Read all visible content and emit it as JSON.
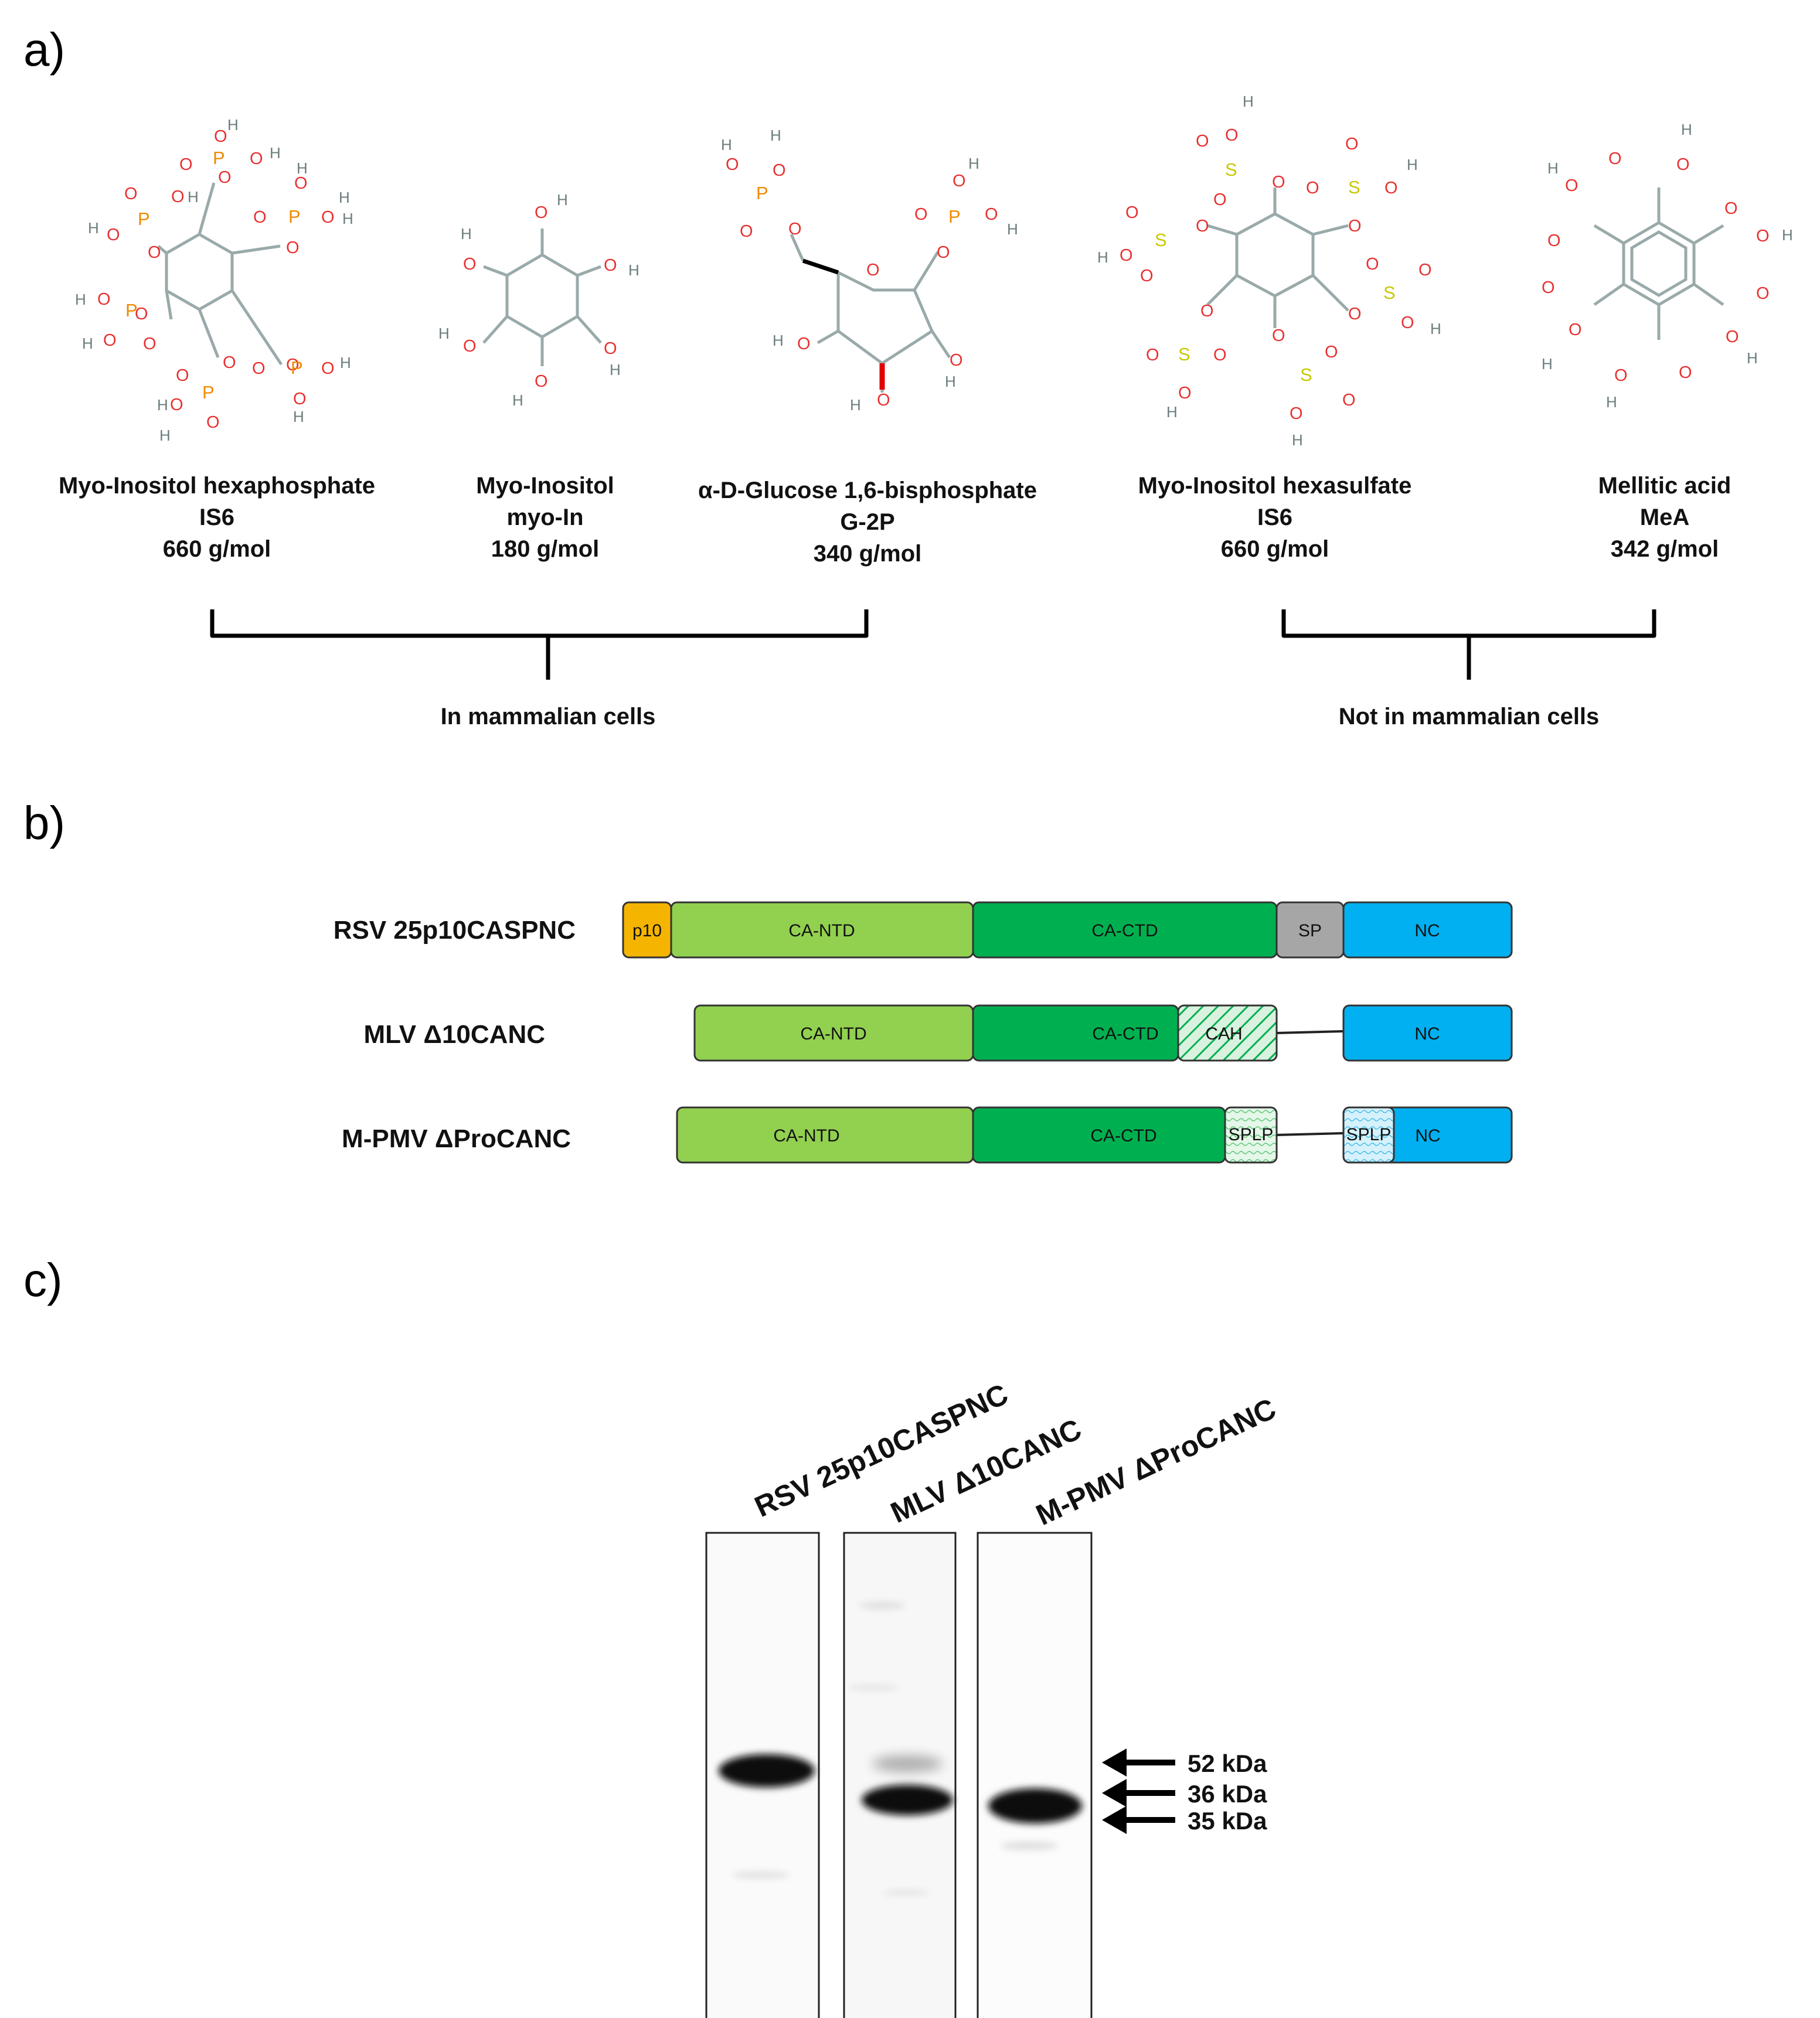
{
  "panels": {
    "a": "a)",
    "b": "b)",
    "c": "c)"
  },
  "compounds": [
    {
      "name": "Myo-Inositol hexaphosphate",
      "abbr": "IS6",
      "mass": "660 g/mol"
    },
    {
      "name": "Myo-Inositol",
      "abbr": "myo-In",
      "mass": "180 g/mol"
    },
    {
      "name": "α-D-Glucose 1,6-bisphosphate",
      "abbr": "G-2P",
      "mass": "340 g/mol"
    },
    {
      "name": "Myo-Inositol hexasulfate",
      "abbr": "IS6",
      "mass": "660 g/mol"
    },
    {
      "name": "Mellitic acid",
      "abbr": "MeA",
      "mass": "342 g/mol"
    }
  ],
  "groups": {
    "in_cells": "In mammalian cells",
    "not_in_cells": "Not in mammalian cells"
  },
  "atoms": {
    "H": "H",
    "O": "O",
    "P": "P",
    "S": "S"
  },
  "constructs": [
    {
      "label": "RSV 25p10CASPNC"
    },
    {
      "label": "MLV Δ10CANC"
    },
    {
      "label": "M-PMV ΔProCANC"
    }
  ],
  "domains": {
    "p10": "p10",
    "ca_ntd": "CA-NTD",
    "ca_ctd": "CA-CTD",
    "sp": "SP",
    "nc": "NC",
    "cah": "CAH",
    "splp": "SPLP"
  },
  "domain_colors": {
    "p10": "#f5b400",
    "ca_ntd": "#92d050",
    "ca_ctd": "#00b050",
    "sp": "#a6a6a6",
    "nc": "#00b0f0",
    "cah": "#c6efce",
    "splp": "#d6f5dd",
    "splp_nc": "#bde8fa"
  },
  "atom_colors": {
    "O": "#e83030",
    "P": "#f08a00",
    "S": "#c8c800",
    "H": "#6c7c7c",
    "bond": "#9aaaaa"
  },
  "gel": {
    "lanes": [
      "RSV 25p10CASPNC",
      "MLV Δ10CANC",
      "M-PMV ΔProCANC"
    ],
    "markers": [
      "52 kDa",
      "36 kDa",
      "35 kDa"
    ]
  },
  "icons": {
    "arrows": "left-arrow-icon",
    "brackets": "curly-brace"
  }
}
